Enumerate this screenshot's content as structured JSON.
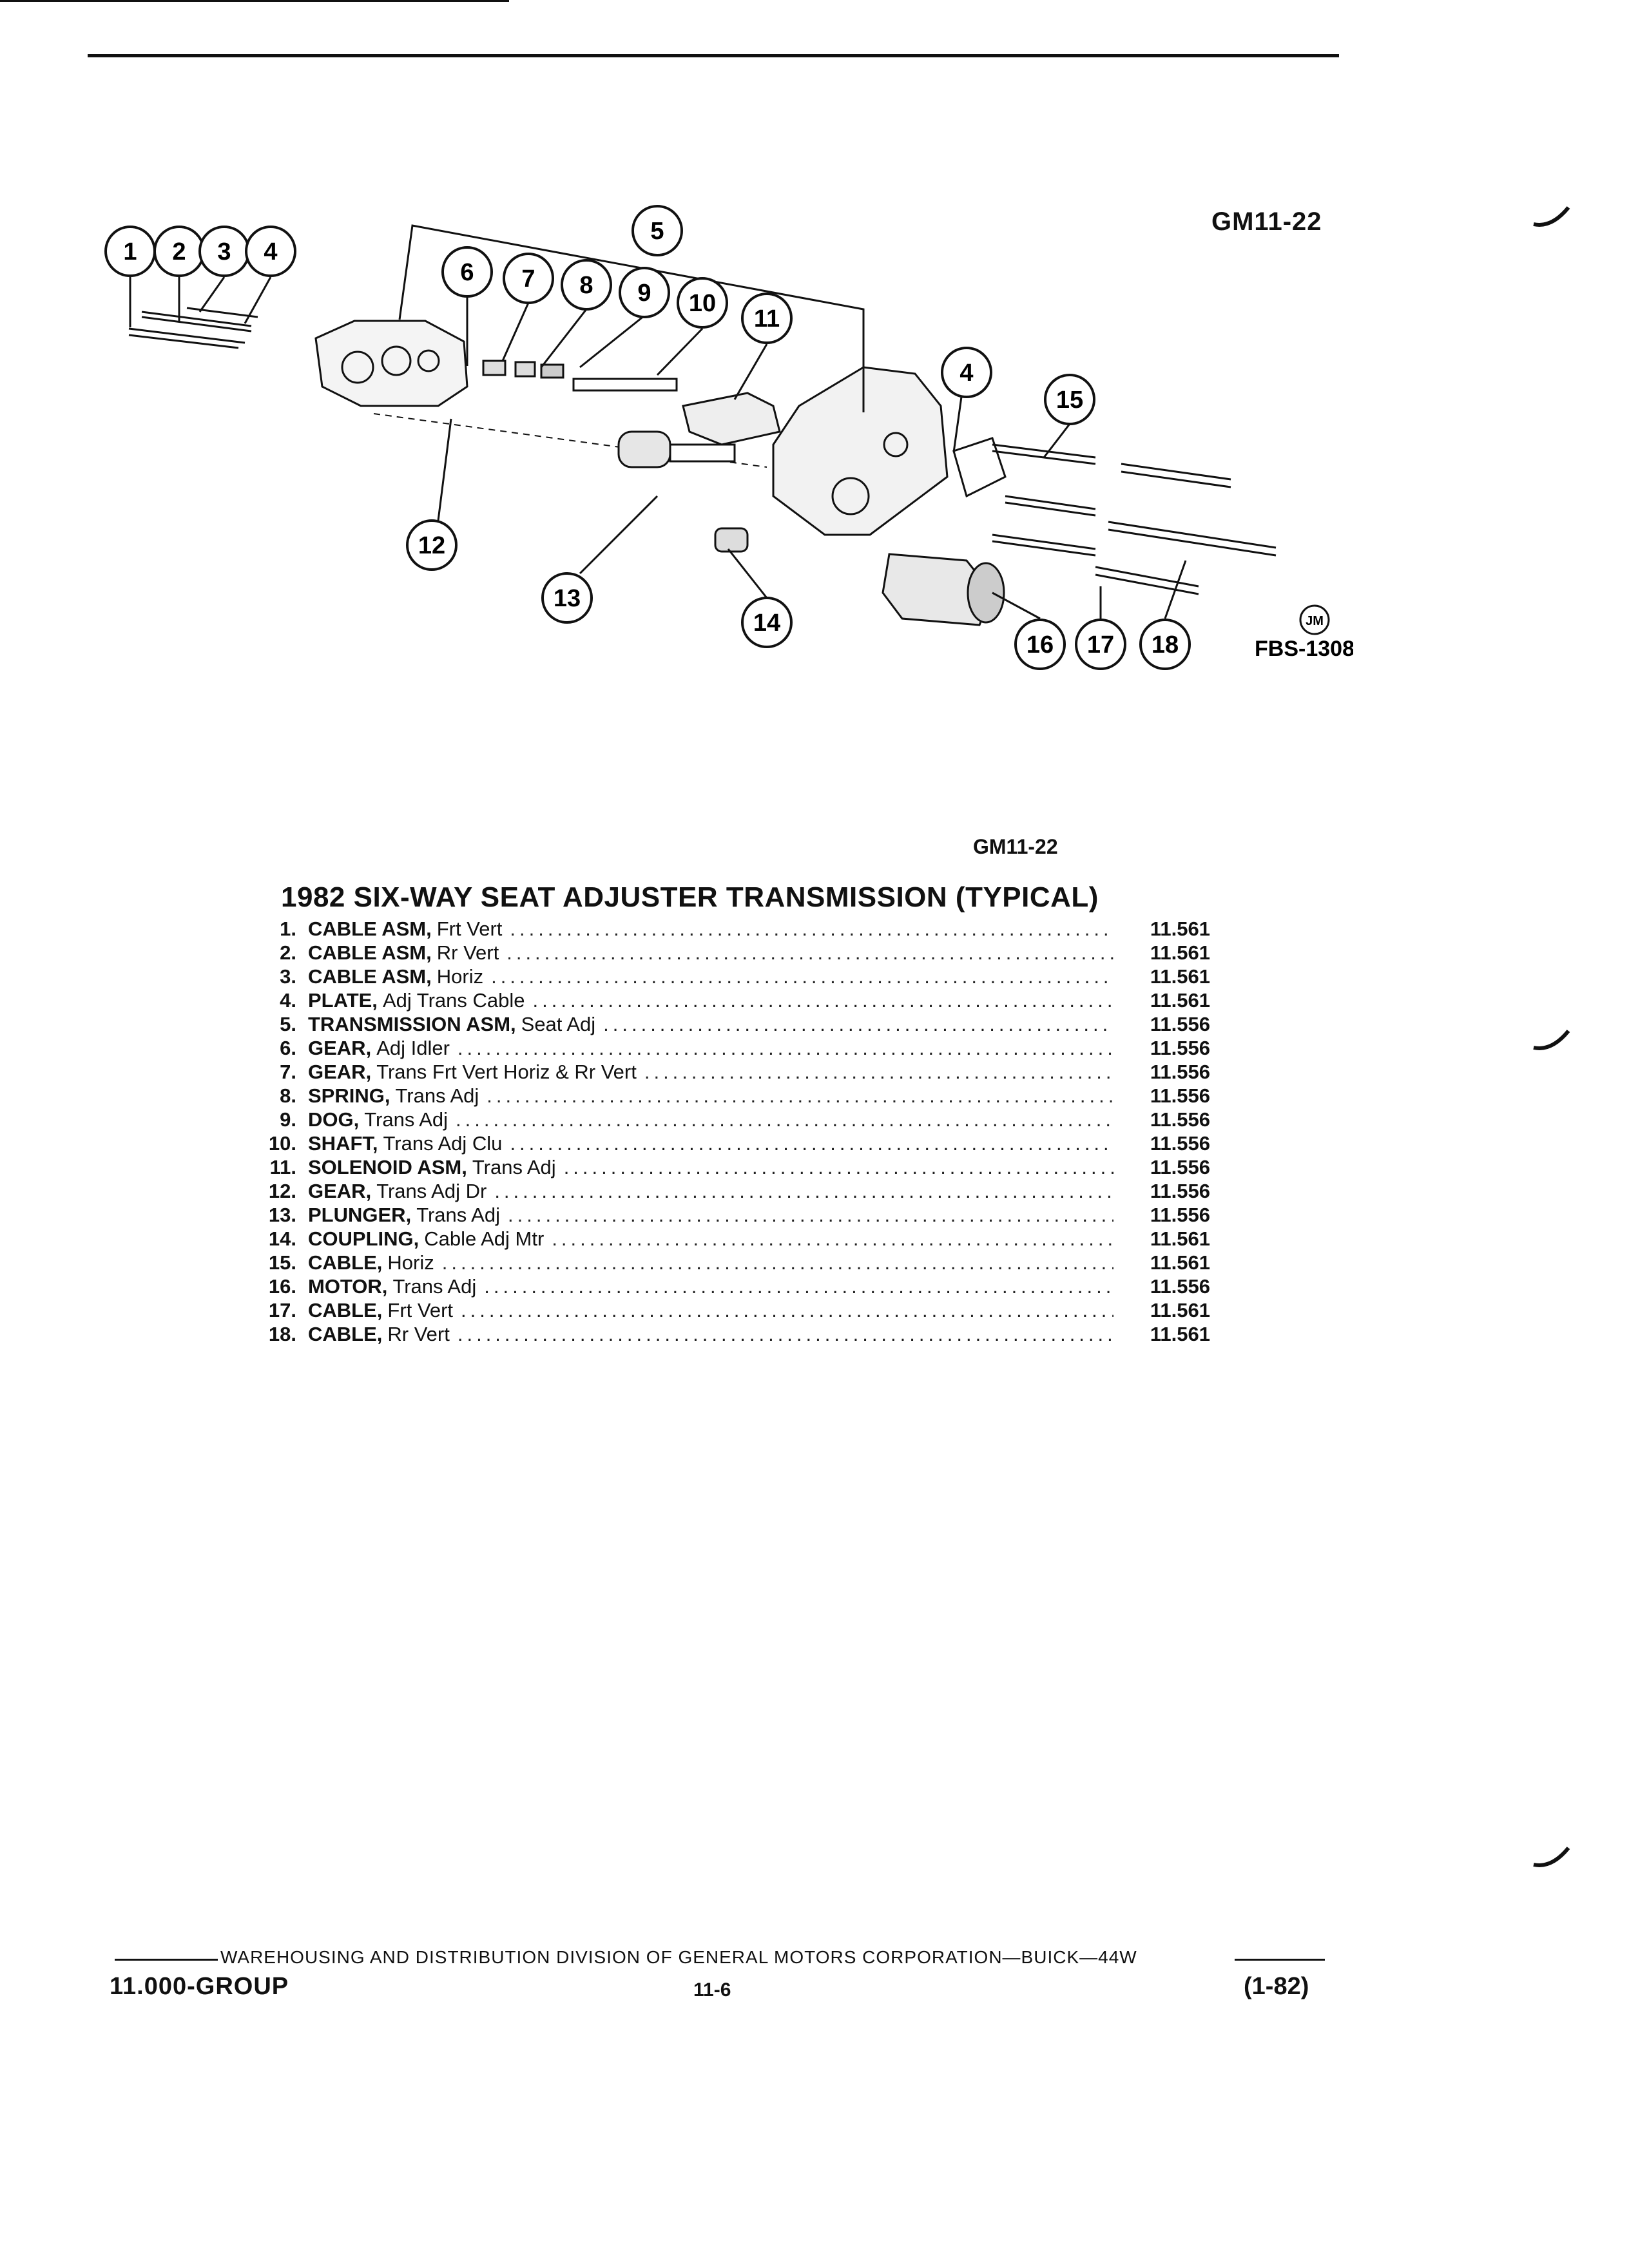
{
  "figure_code": "GM11-22",
  "figure_ref": "FBS-1308",
  "artist_mark": "JM",
  "callouts": [
    "1",
    "2",
    "3",
    "4",
    "5",
    "6",
    "7",
    "8",
    "9",
    "10",
    "11",
    "12",
    "13",
    "14",
    "4",
    "15",
    "16",
    "17",
    "18"
  ],
  "caption_code": "GM11-22",
  "title": "1982 SIX-WAY SEAT ADJUSTER TRANSMISSION (TYPICAL)",
  "parts": [
    {
      "num": "1.",
      "name": "CABLE ASM,",
      "desc": "Frt Vert",
      "ref": "11.561"
    },
    {
      "num": "2.",
      "name": "CABLE ASM,",
      "desc": "Rr Vert",
      "ref": "11.561"
    },
    {
      "num": "3.",
      "name": "CABLE ASM,",
      "desc": "Horiz",
      "ref": "11.561"
    },
    {
      "num": "4.",
      "name": "PLATE,",
      "desc": "Adj Trans Cable",
      "ref": "11.561"
    },
    {
      "num": "5.",
      "name": "TRANSMISSION ASM,",
      "desc": "Seat Adj",
      "ref": "11.556"
    },
    {
      "num": "6.",
      "name": "GEAR,",
      "desc": "Adj Idler",
      "ref": "11.556"
    },
    {
      "num": "7.",
      "name": "GEAR,",
      "desc": "Trans Frt Vert Horiz & Rr Vert",
      "ref": "11.556"
    },
    {
      "num": "8.",
      "name": "SPRING,",
      "desc": "Trans Adj",
      "ref": "11.556"
    },
    {
      "num": "9.",
      "name": "DOG,",
      "desc": "Trans Adj",
      "ref": "11.556"
    },
    {
      "num": "10.",
      "name": "SHAFT,",
      "desc": "Trans Adj Clu",
      "ref": "11.556"
    },
    {
      "num": "11.",
      "name": "SOLENOID ASM,",
      "desc": "Trans Adj",
      "ref": "11.556"
    },
    {
      "num": "12.",
      "name": "GEAR,",
      "desc": "Trans Adj Dr",
      "ref": "11.556"
    },
    {
      "num": "13.",
      "name": "PLUNGER,",
      "desc": "Trans Adj",
      "ref": "11.556"
    },
    {
      "num": "14.",
      "name": "COUPLING,",
      "desc": "Cable Adj Mtr",
      "ref": "11.561"
    },
    {
      "num": "15.",
      "name": "CABLE,",
      "desc": "Horiz",
      "ref": "11.561"
    },
    {
      "num": "16.",
      "name": "MOTOR,",
      "desc": "Trans Adj",
      "ref": "11.556"
    },
    {
      "num": "17.",
      "name": "CABLE,",
      "desc": "Frt Vert",
      "ref": "11.561"
    },
    {
      "num": "18.",
      "name": "CABLE,",
      "desc": "Rr Vert",
      "ref": "11.561"
    }
  ],
  "footer": {
    "division": "WAREHOUSING AND DISTRIBUTION  DIVISION OF GENERAL MOTORS CORPORATION—BUICK—44W",
    "group": "11.000-GROUP",
    "page": "11-6",
    "date": "(1-82)"
  }
}
